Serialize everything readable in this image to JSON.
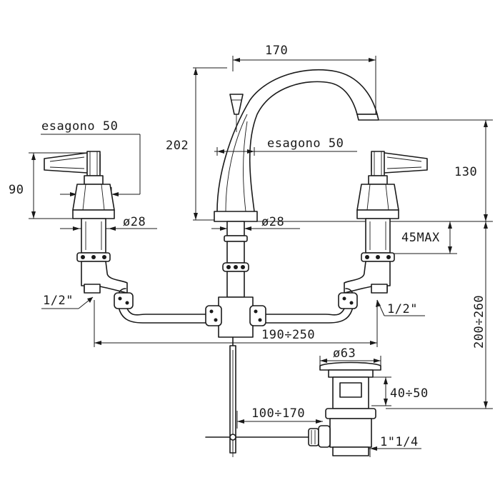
{
  "labels": {
    "spout_reach": "170",
    "left_hex": "esagono 50",
    "center_hex": "esagono 50",
    "spout_height": "202",
    "handle_height": "90",
    "spout_outlet_height": "130",
    "left_diameter": "ø28",
    "center_diameter": "ø28",
    "max_deck": "45MAX",
    "left_thread": "1/2\"",
    "right_thread": "1/2\"",
    "overall_height_range": "200÷260",
    "side_spacing": "190÷250",
    "drain_diameter": "ø63",
    "drain_height": "40÷50",
    "rod_range": "100÷170",
    "waste_thread": "1\"1/4"
  },
  "colors": {
    "line": "#1a1a1a",
    "background": "#ffffff"
  }
}
